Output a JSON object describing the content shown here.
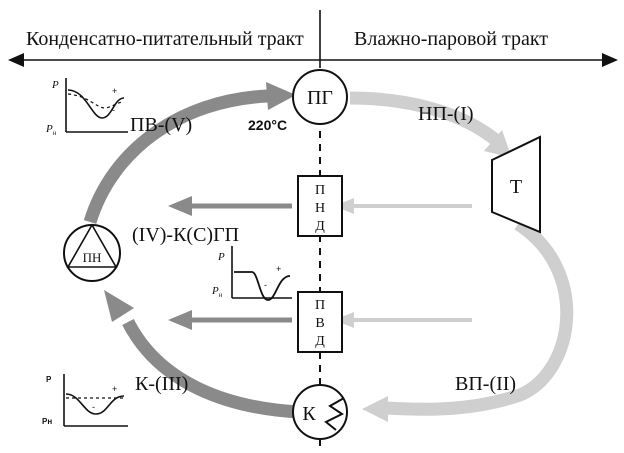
{
  "header": {
    "left_label": "Конденсатно-питательный тракт",
    "right_label": "Влажно-паровой тракт"
  },
  "nodes": {
    "steam_generator": "ПГ",
    "turbine": "Т",
    "condenser": "К",
    "feed_pump": "ПН",
    "lp_heater": [
      "П",
      "Н",
      "Д"
    ],
    "hp_heater": [
      "П",
      "В",
      "Д"
    ]
  },
  "temperature_label": "220°С",
  "stage_labels": {
    "np": "НП-(I)",
    "vp": "ВП-(II)",
    "k": "К-(III)",
    "kgp": "(IV)-К(С)ГП",
    "pv": "ПВ-(V)"
  },
  "mini_charts": {
    "pv": {
      "y_top": "P",
      "y_bottom": "P",
      "y_bottom_sub": "н"
    },
    "mid": {
      "y_top": "P",
      "y_bottom": "P",
      "y_bottom_sub": "н"
    },
    "k": {
      "y_top": "P",
      "y_bottom": "Pн"
    }
  },
  "colors": {
    "dark_arrow": "#8a8a8a",
    "light_arrow": "#cfcfcf",
    "line": "#111111"
  }
}
